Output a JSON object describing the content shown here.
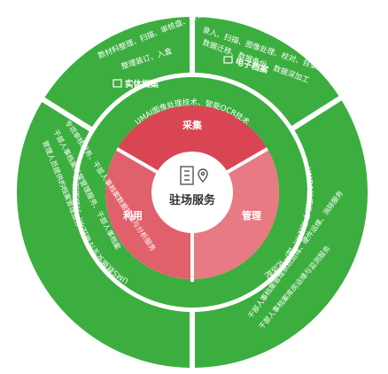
{
  "center": {
    "label": "驻场服务",
    "icon": "building-location-icon"
  },
  "colors": {
    "outer_green": "#3bae3f",
    "inner_red_top": "#d94553",
    "inner_red_left": "#e0616b",
    "inner_red_right": "#e77a82",
    "white": "#ffffff"
  },
  "inner_segments": [
    {
      "label": "采集"
    },
    {
      "label": "利用"
    },
    {
      "label": "管理"
    }
  ],
  "middle_ring": [
    {
      "text": "UMAI图像处理技术、智能OCR技术"
    },
    {
      "text": "UMS数据安全传输技术、大数据技术"
    },
    {
      "text": "UMDP档案数字化技术、国产化适配"
    }
  ],
  "outer_sectors": {
    "top_left": {
      "title": "实体档案",
      "title_icon": "archive-box-icon",
      "lines": [
        "整理装订、入盒",
        "数材料整理、扫描、审核盘、装订、入盒"
      ]
    },
    "top_right": {
      "title": "电子档案",
      "title_icon": "monitor-icon",
      "lines": [
        "录入、扫描、图像处理、校对、目录打印",
        "数据迁移、数据备份、数据深加工"
      ]
    },
    "left": {
      "lines": [
        "管理人员提供的档案管理服务",
        "干部人事档案日常管理服务、干部人事档案",
        "专项审核服务、干部人事档案数据挖掘与分析服务"
      ]
    },
    "right": {
      "lines": [
        "干部人事档案管理系统运维、硬件运维、消除服务",
        "干部人事档案库房运维与监测服务"
      ]
    }
  }
}
